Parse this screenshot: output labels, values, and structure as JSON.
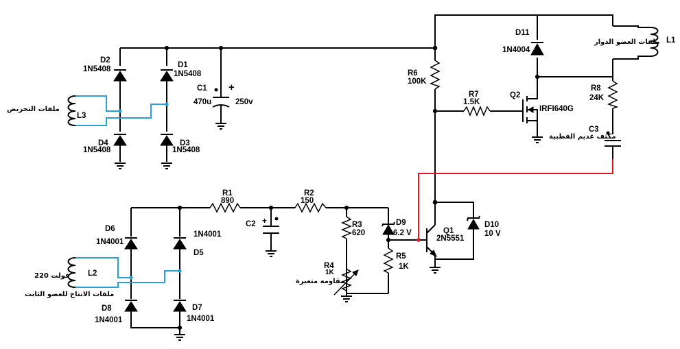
{
  "components": {
    "D1": {
      "ref": "D1",
      "value": "1N5408"
    },
    "D2": {
      "ref": "D2",
      "value": "1N5408"
    },
    "D3": {
      "ref": "D3",
      "value": "1N5408"
    },
    "D4": {
      "ref": "D4",
      "value": "1N5408"
    },
    "D5": {
      "ref": "D5",
      "value": "1N4001"
    },
    "D6": {
      "ref": "D6",
      "value": "1N4001"
    },
    "D7": {
      "ref": "D7",
      "value": "1N4001"
    },
    "D8": {
      "ref": "D8",
      "value": "1N4001"
    },
    "D9": {
      "ref": "D9",
      "value": "6.2 V"
    },
    "D10": {
      "ref": "D10",
      "value": "10  V"
    },
    "D11": {
      "ref": "D11",
      "value": "1N4004"
    },
    "C1": {
      "ref": "C1",
      "value": "470u",
      "voltage": "250v"
    },
    "C2": {
      "ref": "C2"
    },
    "C3": {
      "ref": "C3",
      "note": "مكثف عديم القطبية"
    },
    "R1": {
      "ref": "R1",
      "value": "890"
    },
    "R2": {
      "ref": "R2",
      "value": "150"
    },
    "R3": {
      "ref": "R3",
      "value": "620"
    },
    "R4": {
      "ref": "R4",
      "value": "1K",
      "note": "مقاومة متغيرة"
    },
    "R5": {
      "ref": "R5",
      "value": "1K"
    },
    "R6": {
      "ref": "R6",
      "value": "100K"
    },
    "R7": {
      "ref": "R7",
      "value": "1.5K"
    },
    "R8": {
      "ref": "R8",
      "value": "24K"
    },
    "Q1": {
      "ref": "Q1",
      "value": "2N5551"
    },
    "Q2": {
      "ref": "Q2",
      "value": "IRFI640G"
    },
    "L1": {
      "ref": "L1",
      "note": "ملفات العضو الدوار"
    },
    "L2": {
      "ref": "L2",
      "note1": "فولت 220",
      "note2": "ملفات الانتاج للعضو الثابت"
    },
    "L3": {
      "ref": "L3",
      "note": "ملفات التحريض"
    }
  },
  "symbols": {
    "polarity_plus": "+"
  },
  "colors": {
    "wire": "#000000",
    "coil_wire": "#2a9fd6",
    "highlight_wire": "#e8141c"
  }
}
